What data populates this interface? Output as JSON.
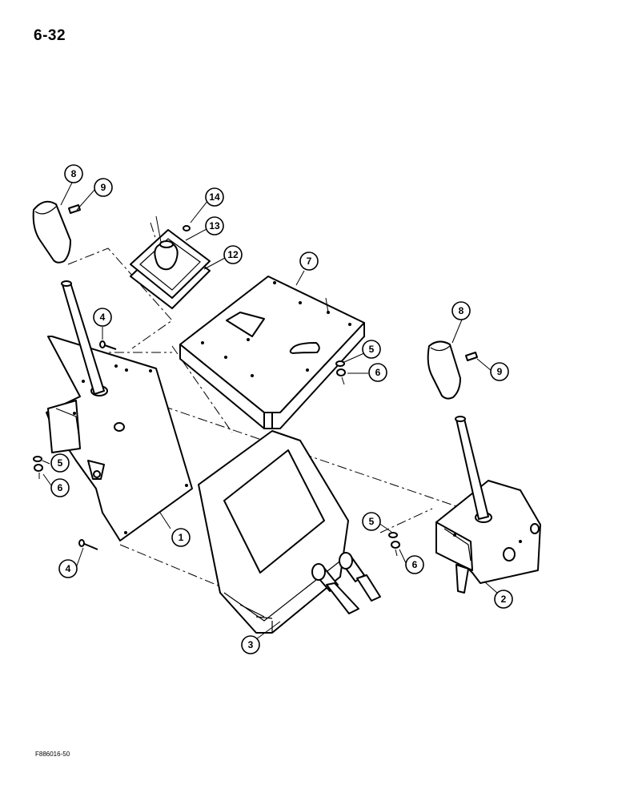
{
  "page": {
    "number": "6-32",
    "figure_code": "F886016-50"
  },
  "callouts": {
    "c1": "1",
    "c2": "2",
    "c3": "3",
    "c4a": "4",
    "c4b": "4",
    "c5a": "5",
    "c5b": "5",
    "c5c": "5",
    "c6a": "6",
    "c6b": "6",
    "c6c": "6",
    "c7": "7",
    "c8a": "8",
    "c8b": "8",
    "c9a": "9",
    "c9b": "9",
    "c12": "12",
    "c13": "13",
    "c14": "14"
  }
}
